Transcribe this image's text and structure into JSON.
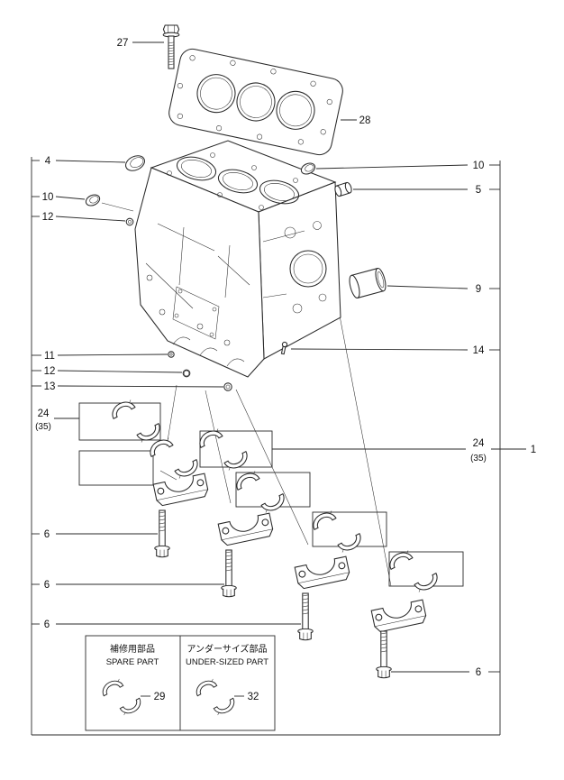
{
  "figure": {
    "type": "exploded-parts-diagram",
    "subject": "engine cylinder block with head gasket, plugs, main bearing caps, bearing shells and bolts"
  },
  "colors": {
    "line": "#2a2a2a",
    "background": "#ffffff"
  },
  "callouts": {
    "n27": "27",
    "n28": "28",
    "n4": "4",
    "n10L": "10",
    "n12L": "12",
    "n11": "11",
    "n12L2": "12",
    "n13": "13",
    "n24L": "24",
    "n24Ls": "(35)",
    "n6a": "6",
    "n6b": "6",
    "n6c": "6",
    "n10R": "10",
    "n5": "5",
    "n9": "9",
    "n14": "14",
    "n24R": "24",
    "n24Rs": "(35)",
    "n1": "1",
    "n6d": "6",
    "n29": "29",
    "n32": "32"
  },
  "legend": {
    "spare_jp": "補修用部品",
    "spare_en": "SPARE PART",
    "undersized_jp": "アンダーサイズ部品",
    "undersized_en": "UNDER-SIZED PART"
  }
}
